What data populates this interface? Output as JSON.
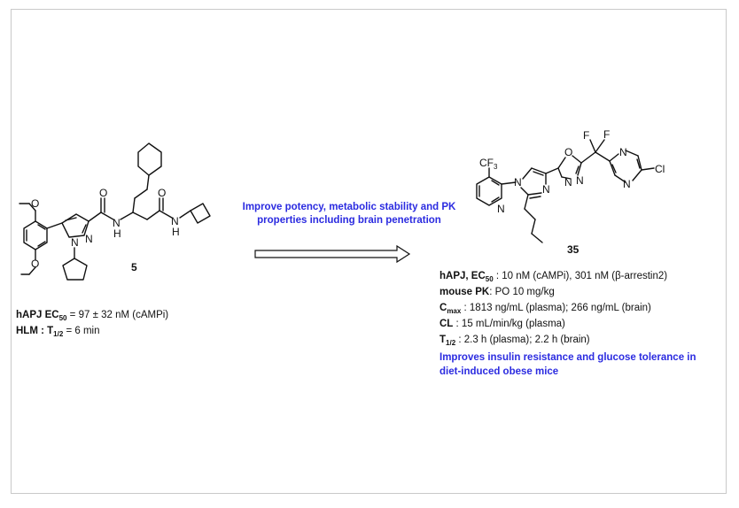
{
  "compound_5": {
    "label": "5",
    "atoms": {
      "o1": "O",
      "o2": "O",
      "o3": "O",
      "o4": "O",
      "n1": "N",
      "n2": "N",
      "nh1": "N",
      "nh1h": "H",
      "nh2": "N",
      "nh2h": "H"
    },
    "line1": {
      "prefix": "hAPJ EC",
      "sub": "50",
      "value": " = 97 ± 32 nM (cAMPi)"
    },
    "line2": {
      "prefix": "HLM : T",
      "sub": "1/2",
      "value": " = 6 min"
    }
  },
  "transformation": {
    "text": "Improve potency, metabolic stability and PK properties including brain penetration"
  },
  "compound_35": {
    "label": "35",
    "atoms": {
      "cf3": "CF",
      "cf3sub": "3",
      "f1": "F",
      "f2": "F",
      "npy": "N",
      "nim1": "N",
      "nim2": "N",
      "ox": "O",
      "nox1": "N",
      "nox2": "N",
      "npm1": "N",
      "npm2": "N",
      "cl": "Cl"
    },
    "props": [
      {
        "label": "hAPJ, EC",
        "sub": "50",
        "value": " : 10 nM (cAMPi), 301 nM  (β-arrestin2)"
      },
      {
        "label": "mouse PK",
        "sub": "",
        "value": ": PO 10 mg/kg"
      },
      {
        "label": "C",
        "sub": "max",
        "value": " : 1813 ng/mL (plasma); 266 ng/mL (brain)"
      },
      {
        "label": "CL",
        "sub": "",
        "value": " : 15 mL/min/kg (plasma)"
      },
      {
        "label": "T",
        "sub": "1/2",
        "value": " : 2.3 h (plasma); 2.2 h (brain)"
      }
    ],
    "outcome": "Improves insulin resistance and glucose tolerance in diet-induced obese mice"
  }
}
